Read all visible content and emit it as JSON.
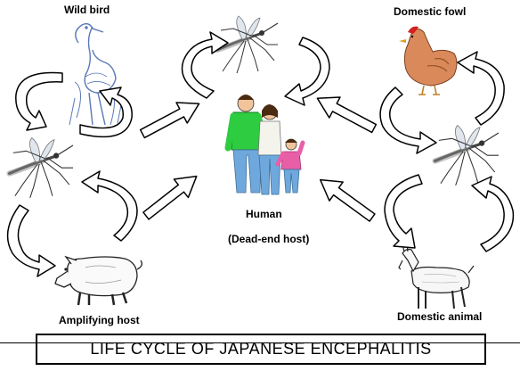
{
  "title": "LIFE CYCLE OF JAPANESE ENCEPHALITIS",
  "labels": {
    "wild_bird": "Wild bird",
    "domestic_fowl": "Domestic fowl",
    "human": "Human",
    "dead_end_host": "(Dead-end host)",
    "amplifying_host": "Amplifying host",
    "domestic_animal": "Domestic animal"
  },
  "colors": {
    "line": "#000000",
    "heron": "#5a78b8",
    "shirt_green": "#2ecc40",
    "jeans_blue": "#6fa8dc",
    "child_pink": "#e85fa8",
    "hen": "#d9895a",
    "hen_comb": "#d42020"
  },
  "icons": [
    "mosquito-icon",
    "heron-icon",
    "hen-icon",
    "pig-icon",
    "goat-icon",
    "family-icon",
    "cycle-arrow-icon"
  ]
}
